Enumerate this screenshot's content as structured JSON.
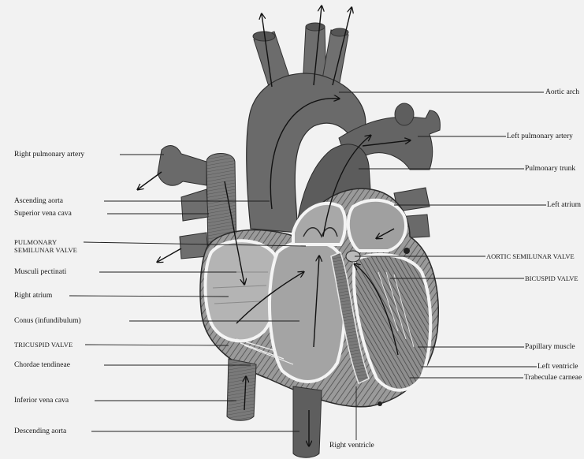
{
  "title": "",
  "colors": {
    "background": "#f2f2f2",
    "vessel": "#6a6a6a",
    "vessel_dark": "#4a4a4a",
    "chamber": "#a9a9a9",
    "wall": "#5a5a5a",
    "leader": "#222222"
  },
  "labels_left": [
    {
      "id": "right-pulmonary-artery",
      "text": "Right pulmonary artery"
    },
    {
      "id": "ascending-aorta",
      "text": "Ascending aorta"
    },
    {
      "id": "superior-vena-cava",
      "text": "Superior vena cava"
    },
    {
      "id": "pulmonary-semilunar-valve-1",
      "text": "PULMONARY"
    },
    {
      "id": "pulmonary-semilunar-valve-2",
      "text": "SEMILUNAR VALVE"
    },
    {
      "id": "musculi-pectinati",
      "text": "Musculi pectinati"
    },
    {
      "id": "right-atrium",
      "text": "Right atrium"
    },
    {
      "id": "conus",
      "text": "Conus (infundibulum)"
    },
    {
      "id": "tricuspid-valve",
      "text": "TRICUSPID VALVE"
    },
    {
      "id": "chordae-tendineae",
      "text": "Chordae tendineae"
    },
    {
      "id": "inferior-vena-cava",
      "text": "Inferior vena cava"
    },
    {
      "id": "descending-aorta",
      "text": "Descending aorta"
    }
  ],
  "labels_right": [
    {
      "id": "aortic-arch",
      "text": "Aortic arch"
    },
    {
      "id": "left-pulmonary-artery",
      "text": "Left pulmonary artery"
    },
    {
      "id": "pulmonary-trunk",
      "text": "Pulmonary trunk"
    },
    {
      "id": "left-atrium",
      "text": "Left atrium"
    },
    {
      "id": "aortic-semilunar-valve",
      "text": "AORTIC SEMILUNAR VALVE"
    },
    {
      "id": "bicuspid-valve",
      "text": "BICUSPID VALVE"
    },
    {
      "id": "papillary-muscle",
      "text": "Papillary muscle"
    },
    {
      "id": "left-ventricle",
      "text": "Left ventricle"
    },
    {
      "id": "trabeculae-carneae",
      "text": "Trabeculae carneae"
    }
  ],
  "labels_bottom": [
    {
      "id": "right-ventricle",
      "text": "Right ventricle"
    }
  ]
}
